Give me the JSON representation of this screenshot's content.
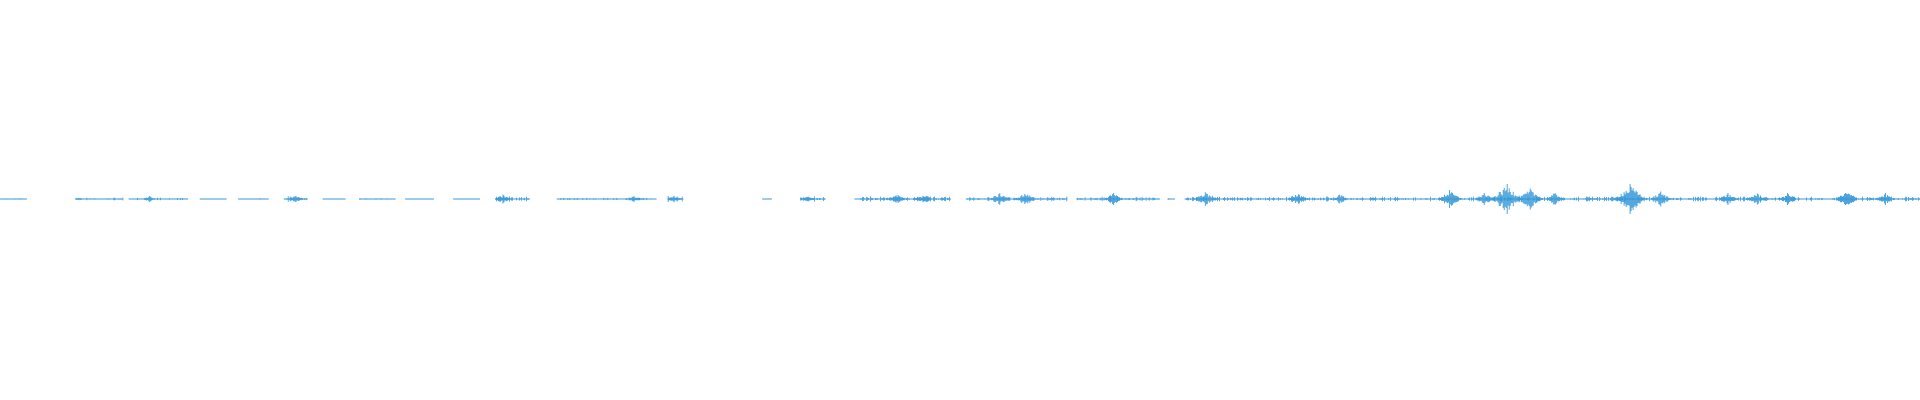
{
  "waveform": {
    "color": "#3a9ad9",
    "segments": [
      {
        "start": 0.0,
        "end": 0.014,
        "level": 0.05
      },
      {
        "start": 0.039,
        "end": 0.064,
        "level": 0.12
      },
      {
        "start": 0.067,
        "end": 0.098,
        "level": 0.08
      },
      {
        "start": 0.104,
        "end": 0.118,
        "level": 0.05
      },
      {
        "start": 0.124,
        "end": 0.14,
        "level": 0.05
      },
      {
        "start": 0.148,
        "end": 0.16,
        "level": 0.2
      },
      {
        "start": 0.168,
        "end": 0.18,
        "level": 0.04
      },
      {
        "start": 0.187,
        "end": 0.206,
        "level": 0.05
      },
      {
        "start": 0.211,
        "end": 0.226,
        "level": 0.04
      },
      {
        "start": 0.236,
        "end": 0.25,
        "level": 0.04
      },
      {
        "start": 0.258,
        "end": 0.276,
        "level": 0.18
      },
      {
        "start": 0.29,
        "end": 0.342,
        "level": 0.08
      },
      {
        "start": 0.348,
        "end": 0.356,
        "level": 0.22
      },
      {
        "start": 0.397,
        "end": 0.402,
        "level": 0.04
      },
      {
        "start": 0.417,
        "end": 0.43,
        "level": 0.18
      },
      {
        "start": 0.445,
        "end": 0.495,
        "level": 0.18
      },
      {
        "start": 0.503,
        "end": 0.556,
        "level": 0.16
      },
      {
        "start": 0.561,
        "end": 0.604,
        "level": 0.15
      },
      {
        "start": 0.608,
        "end": 0.612,
        "level": 0.06
      },
      {
        "start": 0.617,
        "end": 1.0,
        "level": 0.16
      }
    ],
    "peaks": [
      {
        "pos": 0.078,
        "level": 0.2
      },
      {
        "pos": 0.154,
        "level": 0.25
      },
      {
        "pos": 0.262,
        "level": 0.3
      },
      {
        "pos": 0.33,
        "level": 0.25
      },
      {
        "pos": 0.351,
        "level": 0.28
      },
      {
        "pos": 0.42,
        "level": 0.25
      },
      {
        "pos": 0.467,
        "level": 0.35
      },
      {
        "pos": 0.481,
        "level": 0.35
      },
      {
        "pos": 0.521,
        "level": 0.45
      },
      {
        "pos": 0.534,
        "level": 0.45
      },
      {
        "pos": 0.58,
        "level": 0.4
      },
      {
        "pos": 0.628,
        "level": 0.55
      },
      {
        "pos": 0.676,
        "level": 0.45
      },
      {
        "pos": 0.698,
        "level": 0.35
      },
      {
        "pos": 0.755,
        "level": 0.6
      },
      {
        "pos": 0.773,
        "level": 0.4
      },
      {
        "pos": 0.785,
        "level": 1.0
      },
      {
        "pos": 0.797,
        "level": 0.7
      },
      {
        "pos": 0.81,
        "level": 0.45
      },
      {
        "pos": 0.849,
        "level": 1.0
      },
      {
        "pos": 0.865,
        "level": 0.5
      },
      {
        "pos": 0.9,
        "level": 0.4
      },
      {
        "pos": 0.915,
        "level": 0.45
      },
      {
        "pos": 0.931,
        "level": 0.4
      },
      {
        "pos": 0.962,
        "level": 0.55
      },
      {
        "pos": 0.982,
        "level": 0.4
      }
    ]
  }
}
